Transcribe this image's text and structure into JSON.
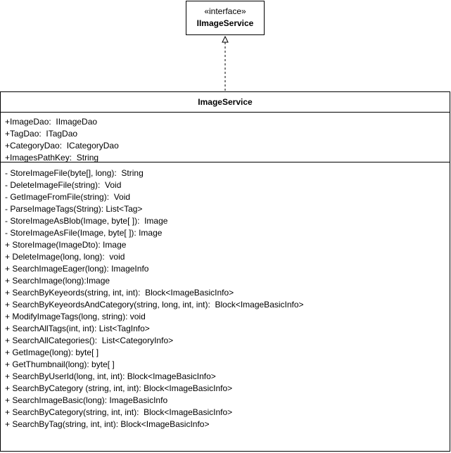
{
  "interface": {
    "stereotype": "«interface»",
    "name": "IImageService"
  },
  "class": {
    "name": "ImageService",
    "attributes": [
      "+ImageDao:  IImageDao",
      "+TagDao:  ITagDao",
      "+CategoryDao:  ICategoryDao",
      "+ImagesPathKey:  String"
    ],
    "methods": [
      "- StoreImageFile(byte[], long):  String",
      "- DeleteImageFile(string):  Void",
      "- GetImageFromFile(string):  Void",
      "- ParseImageTags(String): List<Tag>",
      "- StoreImageAsBlob(Image, byte[ ]):  Image",
      "- StoreImageAsFile(Image, byte[ ]): Image",
      "+ StoreImage(ImageDto): Image",
      "+ DeleteImage(long, long):  void",
      "+ SearchImageEager(long): ImageInfo",
      "+ SearchImage(long):Image",
      "+ SearchByKeyeords(string, int, int):  Block<ImageBasicInfo>",
      "+ SearchByKeyeordsAndCategory(string, long, int, int):  Block<ImageBasicInfo>",
      "+ ModifyImageTags(long, string): void",
      "+ SearchAllTags(int, int): List<TagInfo>",
      "+ SearchAllCategories():  List<CategoryInfo>",
      "+ GetImage(long): byte[ ]",
      "+ GetThumbnail(long): byte[ ]",
      "+ SearchByUserId(long, int, int): Block<ImageBasicInfo>",
      "+ SearchByCategory (string, int, int): Block<ImageBasicInfo>",
      "+ SearchImageBasic(long): ImageBasicInfo",
      "+ SearchByCategory(string, int, int):  Block<ImageBasicInfo>",
      "+ SearchByTag(string, int, int): Block<ImageBasicInfo>"
    ]
  }
}
